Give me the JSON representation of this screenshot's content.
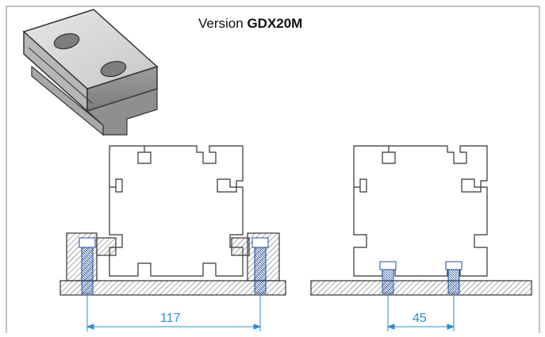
{
  "title": {
    "prefix": "Version",
    "model": "GDX20M"
  },
  "dimensions": {
    "left_spacing": "117",
    "right_spacing": "45"
  },
  "colors": {
    "dimension_line": "#2a8fd6",
    "outline": "#333333",
    "frame": "#888888",
    "part_shade": "#b8b8b8"
  },
  "figure": {
    "isometric_part": "t-slot-clamp-block",
    "views": [
      "left-cross-section",
      "right-cross-section"
    ]
  }
}
